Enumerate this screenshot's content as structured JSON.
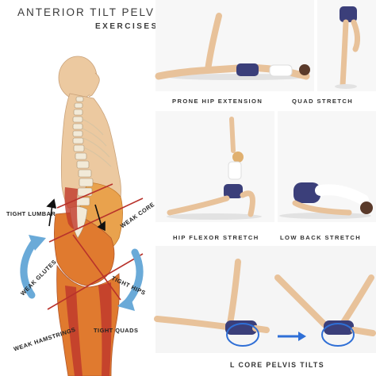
{
  "title": "ANTERIOR TILT PELVIS",
  "subtitle": "EXERCISES",
  "exercises": [
    {
      "label": "PRONE HIP EXTENSION"
    },
    {
      "label": "QUAD STRETCH"
    },
    {
      "label": "HIP FLEXOR STRETCH"
    },
    {
      "label": "LOW BACK STRETCH"
    },
    {
      "label": "L CORE PELVIS TILTS"
    }
  ],
  "anatomy": {
    "labels": {
      "tight_lumbar": "TIGHT LUMBAR",
      "weak_core": "WEAK CORE",
      "weak_glutes": "WEAK GLUTES",
      "tight_hips": "TIGHT HIPS",
      "weak_hamstrings": "WEAK HAMSTRINGS",
      "tight_quads": "TIGHT QUADS"
    }
  },
  "colors": {
    "skin": "#ecc9a0",
    "muscle": "#e07a2f",
    "muscle_dark": "#c0392b",
    "arrow_blue": "#6aaad8",
    "circle_blue": "#2f6fd6",
    "shorts": "#3b3f7a",
    "text": "#333333"
  }
}
